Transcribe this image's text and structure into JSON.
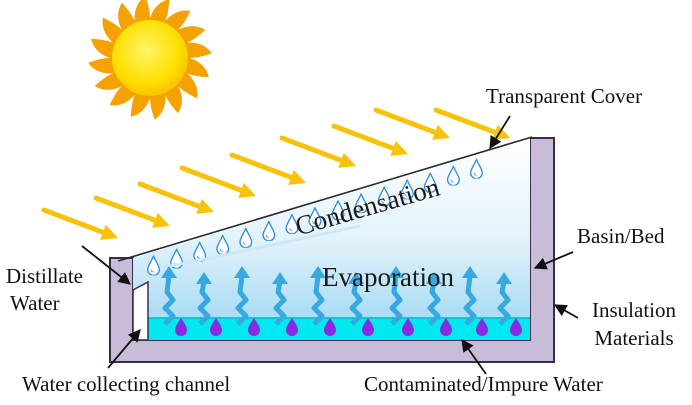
{
  "labels": {
    "transparent_cover": "Transparent Cover",
    "condensation": "Condensation",
    "evaporation": "Evaporation",
    "basin_bed": "Basin/Bed",
    "distillate_line1": "Distillate",
    "distillate_line2": "Water",
    "insulation_line1": "Insulation",
    "insulation_line2": "Materials",
    "water_collecting_channel": "Water collecting channel",
    "contaminated_water": "Contaminated/Impure Water"
  },
  "colors": {
    "sun_rays": "#F5A200",
    "sun_core": "#FFE000",
    "sunbeam_arrows": "#F7C20A",
    "insulation_frame": "#C9BCD8",
    "insulation_stroke": "#3A2F4A",
    "water": "#00E8F0",
    "vapor_arrows": "#38A8E0",
    "droplets_bottom": "#8A2BE2",
    "drops_condensate": "#2E8FD8"
  },
  "icons": [
    "sun-icon",
    "sunbeam-arrow-icon",
    "water-droplet-icon",
    "vapor-arrow-icon"
  ]
}
